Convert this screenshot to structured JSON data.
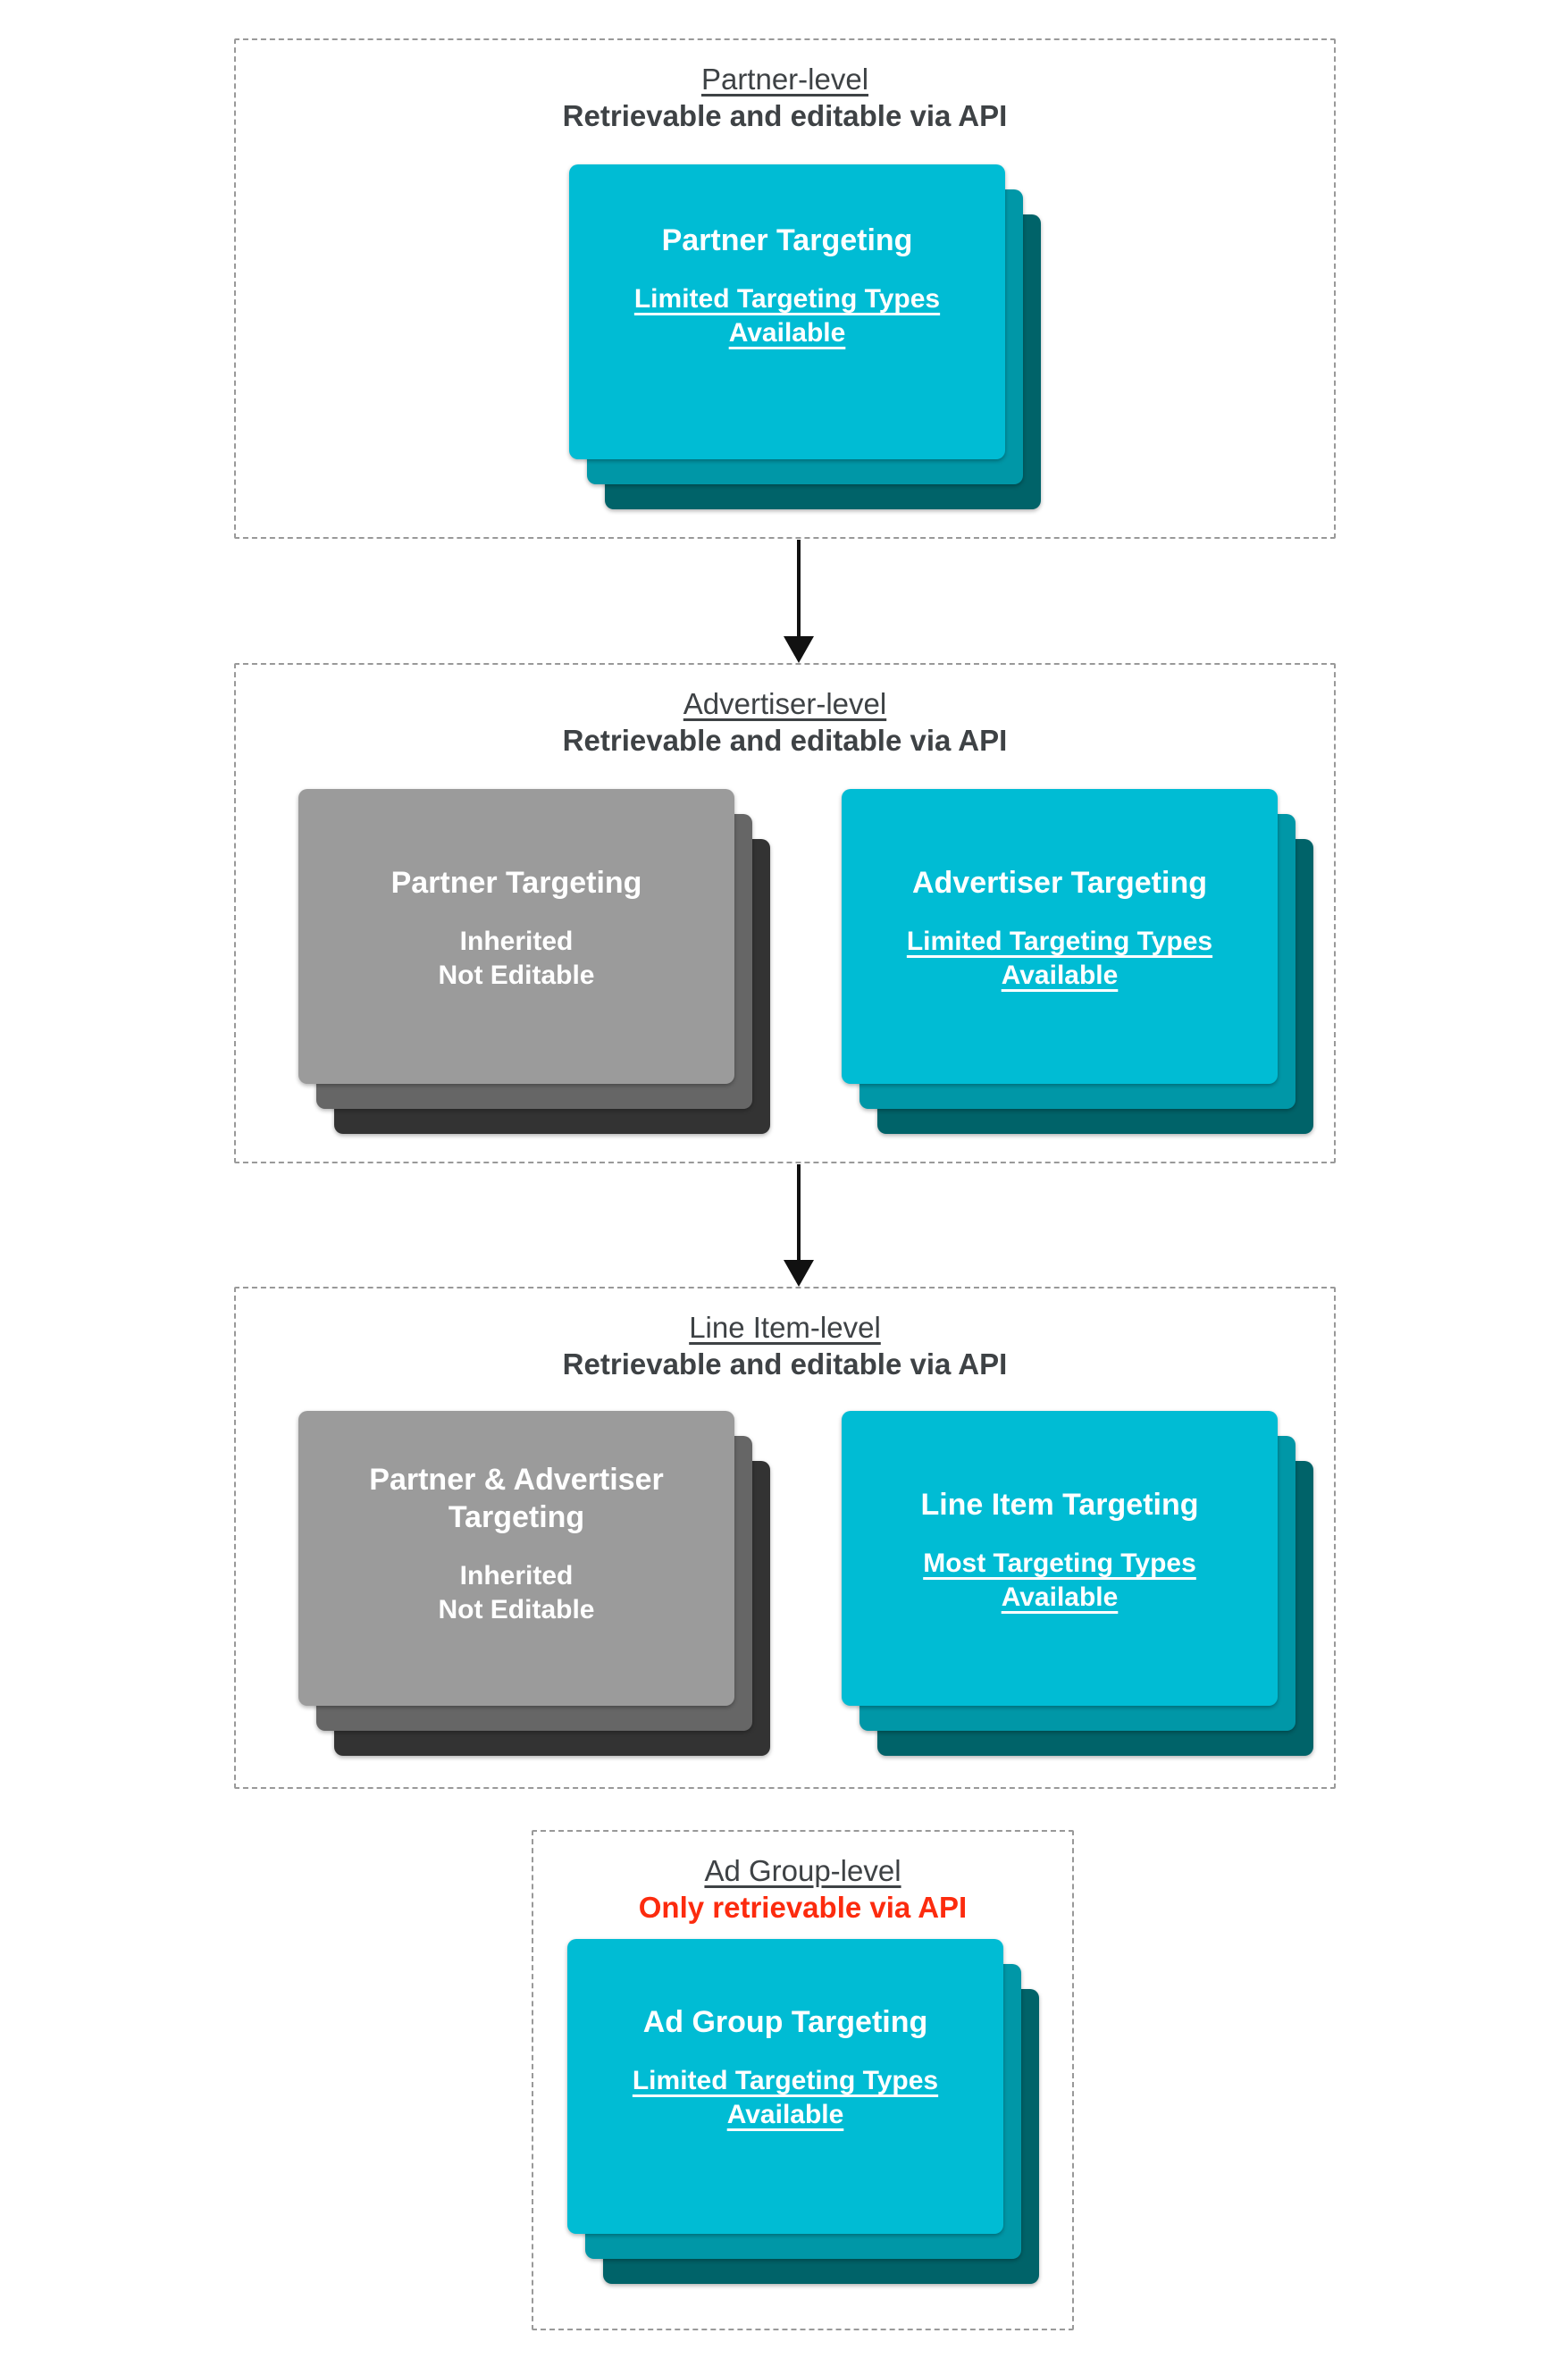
{
  "colors": {
    "card_teal": "#00BCD4",
    "card_teal_mid": "#0097A7",
    "card_teal_dark": "#006369",
    "card_gray": "#9B9B9B",
    "card_gray_mid": "#666666",
    "card_gray_dark": "#333333",
    "heading_text": "#3E4245",
    "alert_red": "#FC2B0E",
    "card_text": "#FFFFFF",
    "dashed_border": "#999999",
    "arrow": "#111111"
  },
  "sections": [
    {
      "title": "Partner-level",
      "subtitle": "Retrievable and editable via API",
      "cards": [
        {
          "variant": "teal",
          "title": "Partner Targeting",
          "body_line1": "Limited Targeting Types",
          "body_line2": "Available",
          "body_underlined": true
        }
      ]
    },
    {
      "title": "Advertiser-level",
      "subtitle": "Retrievable and editable via API",
      "cards": [
        {
          "variant": "gray",
          "title": "Partner Targeting",
          "body_line1": "Inherited",
          "body_line2": "Not Editable",
          "body_underlined": false
        },
        {
          "variant": "teal",
          "title": "Advertiser Targeting",
          "body_line1": "Limited Targeting Types",
          "body_line2": "Available",
          "body_underlined": true
        }
      ]
    },
    {
      "title": "Line Item-level",
      "subtitle": "Retrievable and editable via API",
      "cards": [
        {
          "variant": "gray",
          "title": "Partner & Advertiser Targeting",
          "body_line1": "Inherited",
          "body_line2": "Not Editable",
          "body_underlined": false
        },
        {
          "variant": "teal",
          "title": "Line Item Targeting",
          "body_line1": "Most Targeting Types",
          "body_line2": "Available",
          "body_underlined": true
        }
      ]
    },
    {
      "title": "Ad Group-level",
      "subtitle": "Only retrievable via API",
      "subtitle_alert": true,
      "cards": [
        {
          "variant": "teal",
          "title": "Ad Group Targeting",
          "body_line1": "Limited Targeting Types",
          "body_line2": "Available",
          "body_underlined": true
        }
      ]
    }
  ]
}
